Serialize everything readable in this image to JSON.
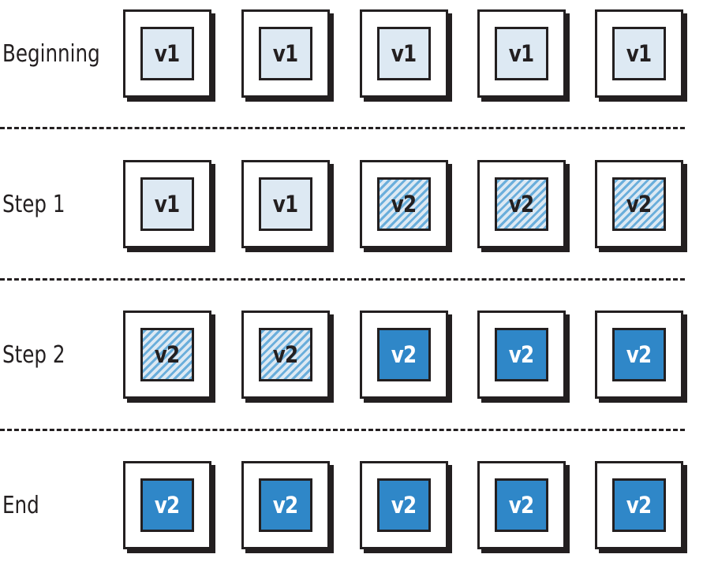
{
  "stages": [
    {
      "label": "Beginning",
      "pods": [
        {
          "version": "v1",
          "state": "v1"
        },
        {
          "version": "v1",
          "state": "v1"
        },
        {
          "version": "v1",
          "state": "v1"
        },
        {
          "version": "v1",
          "state": "v1"
        },
        {
          "version": "v1",
          "state": "v1"
        }
      ]
    },
    {
      "label": "Step 1",
      "pods": [
        {
          "version": "v1",
          "state": "v1"
        },
        {
          "version": "v1",
          "state": "v1"
        },
        {
          "version": "v2",
          "state": "v2-striped"
        },
        {
          "version": "v2",
          "state": "v2-striped"
        },
        {
          "version": "v2",
          "state": "v2-striped"
        }
      ]
    },
    {
      "label": "Step 2",
      "pods": [
        {
          "version": "v2",
          "state": "v2-striped"
        },
        {
          "version": "v2",
          "state": "v2-striped"
        },
        {
          "version": "v2",
          "state": "v2-solid"
        },
        {
          "version": "v2",
          "state": "v2-solid"
        },
        {
          "version": "v2",
          "state": "v2-solid"
        }
      ]
    },
    {
      "label": "End",
      "pods": [
        {
          "version": "v2",
          "state": "v2-solid"
        },
        {
          "version": "v2",
          "state": "v2-solid"
        },
        {
          "version": "v2",
          "state": "v2-solid"
        },
        {
          "version": "v2",
          "state": "v2-solid"
        },
        {
          "version": "v2",
          "state": "v2-solid"
        }
      ]
    }
  ],
  "colors": {
    "outline": "#231f20",
    "v1_fill": "#dde9f3",
    "v2_stripe": "#6aaedb",
    "v2_solid_fill": "#2f87c8"
  }
}
